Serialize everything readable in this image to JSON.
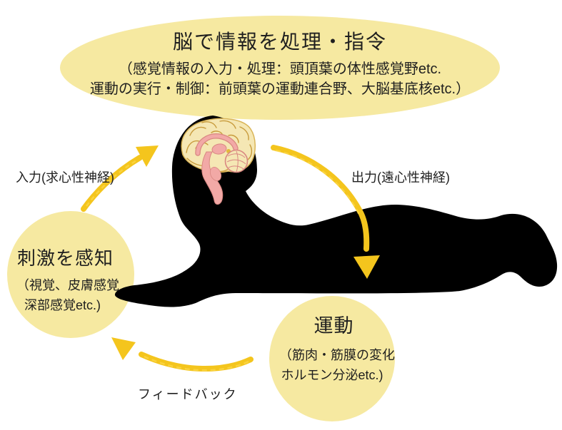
{
  "process_bubble": {
    "title": "脳で情報を処理・指令",
    "subtitle_line1": "（感覚情報の入力・処理：頭頂葉の体性感覚野etc.",
    "subtitle_line2": "運動の実行・制御：前頭葉の運動連合野、大脳基底核etc.）"
  },
  "stimulus_bubble": {
    "title": "刺激を感知",
    "subtitle_line1": "（視覚、皮膚感覚",
    "subtitle_line2": "深部感覚etc.)"
  },
  "motion_bubble": {
    "title": "運動",
    "subtitle_line1": "（筋肉・筋膜の変化",
    "subtitle_line2": "ホルモン分泌etc.)"
  },
  "arrows": {
    "input_label": "入力(求心性神経)",
    "output_label": "出力(遠心性神経)",
    "feedback_label": "フィードバック"
  },
  "colors": {
    "bubble_yellow": "#F6E9A1",
    "arrow_gold": "#F4C51D",
    "silhouette_black": "#000000",
    "text_dark": "#1F1F1F",
    "brain_cream": "#F5E7B4",
    "brain_gyri": "#C89B3C",
    "brain_pink": "#F2A9A6",
    "brain_pink_dark": "#D98782"
  }
}
